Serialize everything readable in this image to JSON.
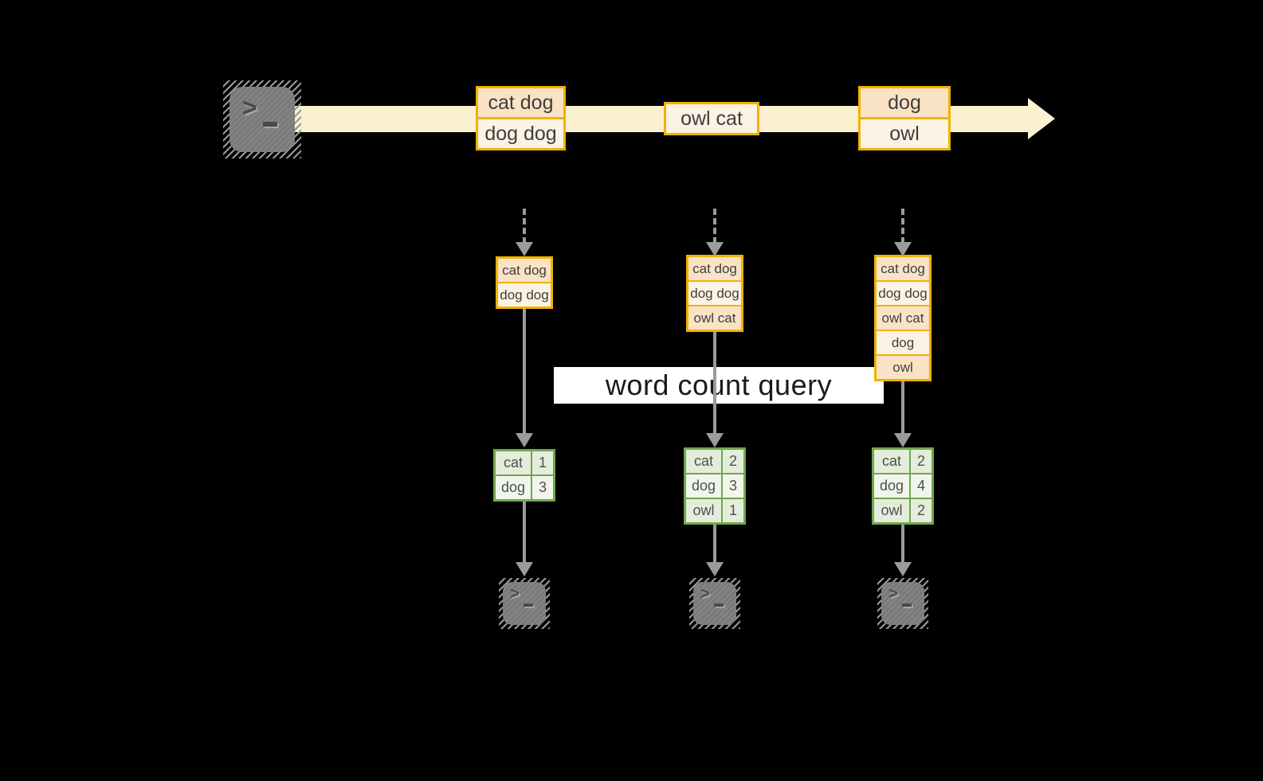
{
  "stream": {
    "batches": [
      {
        "items": [
          "cat dog",
          "dog dog"
        ]
      },
      {
        "items": [
          "owl cat"
        ]
      },
      {
        "items": [
          "dog",
          "owl"
        ]
      }
    ]
  },
  "query_label": "word count query",
  "workers": [
    {
      "buffer": [
        "cat dog",
        "dog dog"
      ],
      "counts": [
        {
          "word": "cat",
          "count": 1
        },
        {
          "word": "dog",
          "count": 3
        }
      ]
    },
    {
      "buffer": [
        "cat dog",
        "dog dog",
        "owl cat"
      ],
      "counts": [
        {
          "word": "cat",
          "count": 2
        },
        {
          "word": "dog",
          "count": 3
        },
        {
          "word": "owl",
          "count": 1
        }
      ]
    },
    {
      "buffer": [
        "cat dog",
        "dog dog",
        "owl cat",
        "dog",
        "owl"
      ],
      "counts": [
        {
          "word": "cat",
          "count": 2
        },
        {
          "word": "dog",
          "count": 4
        },
        {
          "word": "owl",
          "count": 2
        }
      ]
    }
  ],
  "icons": {
    "source": "terminal-icon",
    "workers": [
      "terminal-icon",
      "terminal-icon",
      "terminal-icon"
    ]
  },
  "colors": {
    "background": "#000000",
    "stream_band": "#FBF0CF",
    "box_border": "#F0B200",
    "box_fill_dark": "#FAE3C5",
    "box_fill_light": "#FDF3E5",
    "table_border": "#6FA84C",
    "table_fill_dark": "#E4EDDB",
    "table_fill_light": "#F1F6EC",
    "arrow": "#9B9B9B",
    "label_bg": "#FFFFFF",
    "terminal_gray": "#7E7E7E"
  }
}
